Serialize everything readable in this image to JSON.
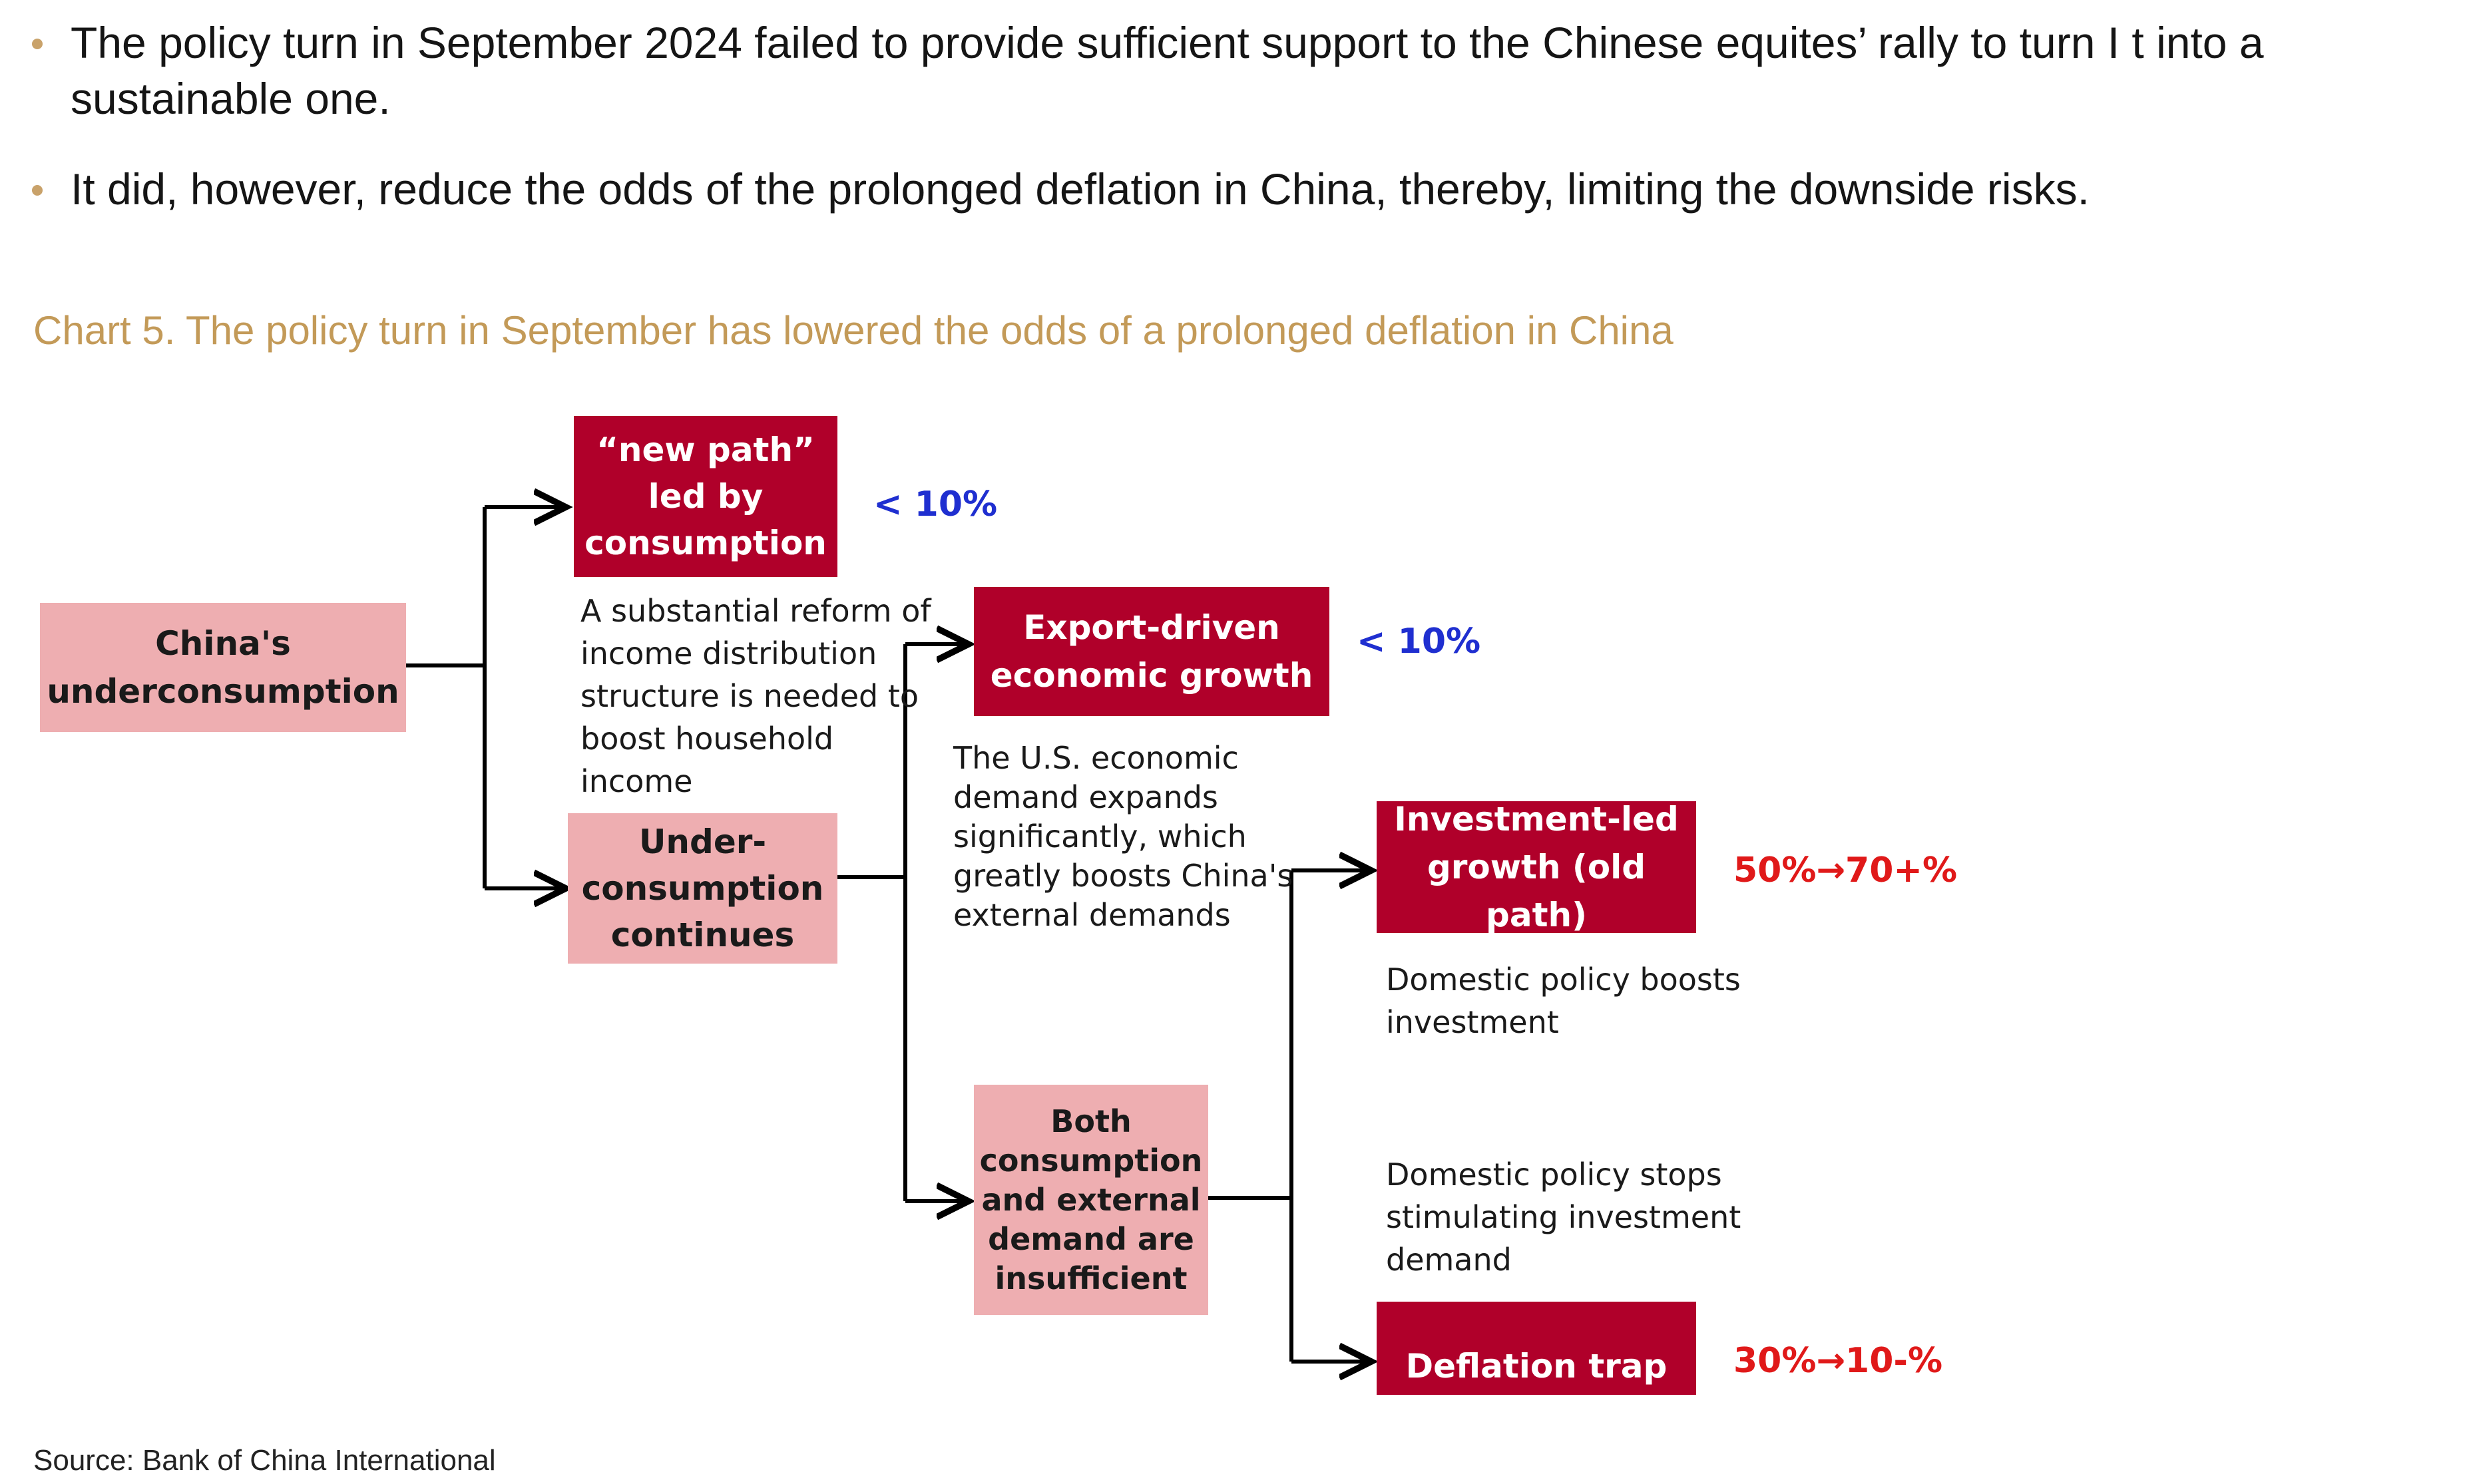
{
  "bullets": [
    "The policy turn in September 2024 failed to provide sufficient support to the Chinese equites’ rally to turn I t into a sustainable one.",
    "It did, however, reduce the odds of the prolonged deflation in China, thereby, limiting the downside risks."
  ],
  "chart_title": "Chart 5. The policy turn in September has lowered the odds of a prolonged deflation in China",
  "source": "Source: Bank of China International",
  "colors": {
    "dark_box": "#b0002a",
    "light_box": "#eeaeb1",
    "probability_blue": "#1f2fd0",
    "probability_red": "#e01919",
    "title_gold": "#c39a58"
  },
  "diagram": {
    "nodes": {
      "underconsumption": "China's\nunderconsumption",
      "new_path": "“new path”\nled by\nconsumption",
      "under_continues": "Under-\nconsumption\ncontinues",
      "export_growth": "Export-driven\neconomic growth",
      "both_insufficient": "Both\nconsumption\nand external\ndemand are\ninsufficient",
      "investment_growth": "Investment-led\ngrowth (old path)",
      "deflation_trap": "Deflation trap"
    },
    "notes": {
      "reform": "A substantial reform of\nincome distribution\nstructure is needed to\nboost household\nincome",
      "us_demand": "The U.S. economic\ndemand expands\nsignificantly, which\ngreatly boosts China's\nexternal demands",
      "policy_boosts": "Domestic policy boosts\ninvestment",
      "policy_stops": "Domestic policy stops\nstimulating investment\ndemand"
    },
    "probabilities": {
      "new_path": "< 10%",
      "export_growth": "< 10%",
      "investment_growth": "50%→70+%",
      "deflation_trap": "30%→10-%"
    }
  }
}
